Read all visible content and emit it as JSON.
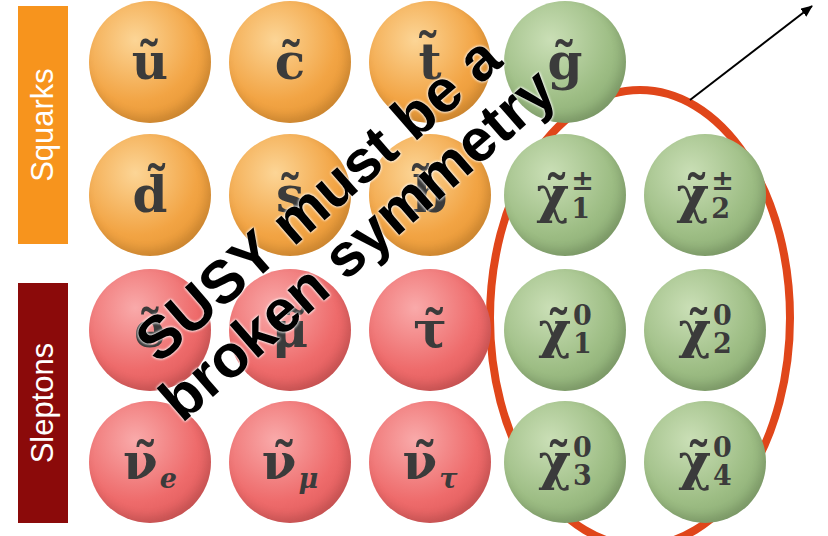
{
  "diagram": {
    "nodes": [
      {
        "text": [
          "Squarks"
        ]
      },
      {
        "text": [
          "ũ"
        ]
      },
      {
        "text": [
          "c̃"
        ]
      },
      {
        "text": [
          "t̃"
        ]
      },
      {
        "text": [
          "g̃"
        ]
      },
      {
        "text": [
          "d̃"
        ]
      },
      {
        "text": [
          "s̃"
        ]
      },
      {
        "text": [
          "b̃"
        ]
      },
      {
        "text": [
          "χ̃",
          "±",
          "1"
        ]
      },
      {
        "text": [
          "χ̃",
          "±",
          "2"
        ]
      },
      {
        "text": [
          "Sleptons"
        ]
      },
      {
        "text": [
          "ẽ"
        ]
      },
      {
        "text": [
          "μ̃"
        ]
      },
      {
        "text": [
          "τ̃"
        ]
      },
      {
        "text": [
          "χ̃",
          "0",
          "1"
        ]
      },
      {
        "text": [
          "χ̃",
          "0",
          "2"
        ]
      },
      {
        "text": [
          "ν̃",
          "e"
        ]
      },
      {
        "text": [
          "ν̃",
          "μ"
        ]
      },
      {
        "text": [
          "ν̃",
          "τ"
        ]
      },
      {
        "text": [
          "χ̃",
          "0",
          "3"
        ]
      },
      {
        "text": [
          "χ̃",
          "0",
          "4"
        ]
      }
    ],
    "labels": [
      "SUSY must be a broken symmetry"
    ]
  }
}
